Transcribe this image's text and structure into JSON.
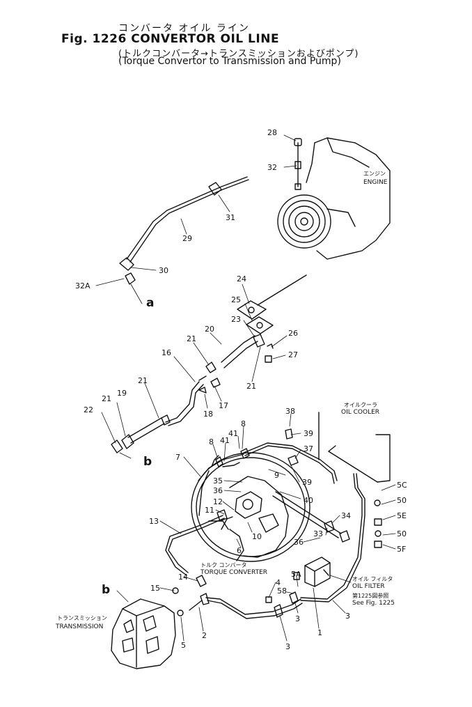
{
  "header": {
    "title_jp": "コンバータ オイル ライン",
    "title": "Fig. 1226 CONVERTOR OIL LINE",
    "subtitle_jp": "(トルクコンバータ→トランスミッションおよびポンプ)",
    "subtitle_en": "(Torque Convertor to Transmission and Pump)"
  },
  "labels": {
    "engine_jp": "エンジン",
    "engine": "ENGINE",
    "oil_cooler_jp": "オイルクーラ",
    "oil_cooler": "OIL COOLER",
    "torque_converter_jp": "トルク コンバータ",
    "torque_converter": "TORQUE CONVERTER",
    "oil_filter_jp": "オイル フィルタ",
    "oil_filter": "OIL FILTER",
    "see_fig_jp": "第1225図参照",
    "see_fig": "See Fig. 1225",
    "transmission_jp": "トランスミッション",
    "transmission": "TRANSMISSION",
    "ref_a": "a",
    "ref_b": "b"
  },
  "callouts": [
    "28",
    "32",
    "31",
    "29",
    "30",
    "32A",
    "24",
    "25",
    "23",
    "26",
    "27",
    "20",
    "21",
    "21",
    "16",
    "17",
    "18",
    "21",
    "19",
    "21",
    "22",
    "38",
    "39",
    "8",
    "8",
    "41",
    "41",
    "37",
    "9",
    "39",
    "7",
    "35",
    "36",
    "40",
    "12",
    "11",
    "34",
    "13",
    "10",
    "6",
    "33",
    "36",
    "5C",
    "50",
    "5E",
    "50",
    "5F",
    "14",
    "15",
    "5A",
    "4",
    "58",
    "3",
    "3",
    "3",
    "1",
    "2",
    "5"
  ]
}
